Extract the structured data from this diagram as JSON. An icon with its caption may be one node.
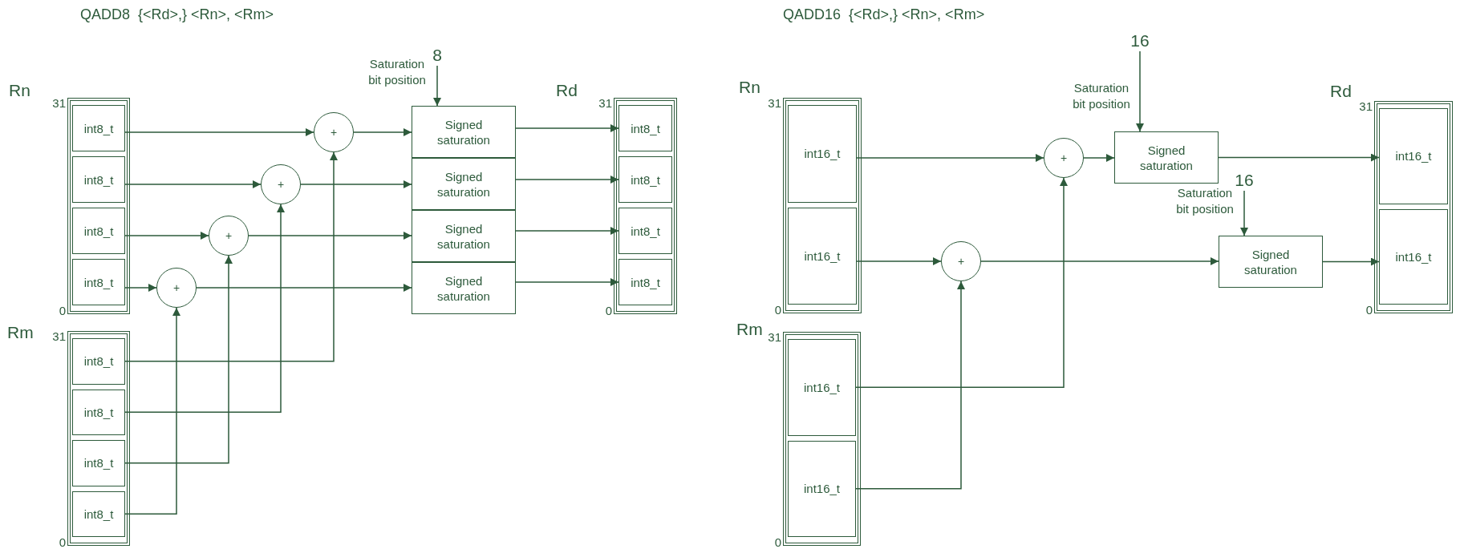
{
  "diagram": {
    "nodes": [
      {
        "text": [
          "Rn"
        ],
        "beside": [
          "31",
          "0"
        ]
      },
      {
        "text": [
          "int8_t"
        ],
        "in": 0
      },
      {
        "text": [
          "int8_t"
        ],
        "in": 0
      },
      {
        "text": [
          "int8_t"
        ],
        "in": 0
      },
      {
        "text": [
          "int8_t"
        ],
        "in": 0
      },
      {
        "text": [
          "Rm"
        ],
        "beside": [
          "31",
          "0"
        ]
      },
      {
        "text": [
          "int8_t"
        ],
        "in": 5
      },
      {
        "text": [
          "int8_t"
        ],
        "in": 5
      },
      {
        "text": [
          "int8_t"
        ],
        "in": 5
      },
      {
        "text": [
          "int8_t"
        ],
        "in": 5
      },
      {
        "text": [
          "+"
        ]
      },
      {
        "text": [
          "+"
        ]
      },
      {
        "text": [
          "+"
        ]
      },
      {
        "text": [
          "+"
        ]
      },
      {
        "text": [
          "Signed saturation"
        ]
      },
      {
        "text": [
          "Signed saturation"
        ]
      },
      {
        "text": [
          "Signed saturation"
        ]
      },
      {
        "text": [
          "Signed saturation"
        ]
      },
      {
        "text": [
          "Rd"
        ],
        "beside": [
          "31",
          "0"
        ]
      },
      {
        "text": [
          "int8_t"
        ],
        "in": 18
      },
      {
        "text": [
          "int8_t"
        ],
        "in": 18
      },
      {
        "text": [
          "int8_t"
        ],
        "in": 18
      },
      {
        "text": [
          "int8_t"
        ],
        "in": 18
      },
      {
        "text": [
          "8"
        ]
      },
      {
        "text": [
          "Rn"
        ],
        "beside": [
          "31",
          "0"
        ]
      },
      {
        "text": [
          "int16_t"
        ],
        "in": 24
      },
      {
        "text": [
          "int16_t"
        ],
        "in": 24
      },
      {
        "text": [
          "Rm"
        ],
        "beside": [
          "31",
          "0"
        ]
      },
      {
        "text": [
          "int16_t"
        ],
        "in": 27
      },
      {
        "text": [
          "int16_t"
        ],
        "in": 27
      },
      {
        "text": [
          "+"
        ]
      },
      {
        "text": [
          "+"
        ]
      },
      {
        "text": [
          "Signed saturation"
        ]
      },
      {
        "text": [
          "Signed saturation"
        ]
      },
      {
        "text": [
          "Rd"
        ],
        "beside": [
          "31",
          "0"
        ]
      },
      {
        "text": [
          "int16_t"
        ],
        "in": 34
      },
      {
        "text": [
          "int16_t"
        ],
        "in": 34
      },
      {
        "text": [
          "16"
        ]
      },
      {
        "text": [
          "16"
        ]
      }
    ],
    "edges": [
      {
        "from": 1,
        "to": 10,
        "arrow": "to"
      },
      {
        "from": 2,
        "to": 11,
        "arrow": "to"
      },
      {
        "from": 3,
        "to": 12,
        "arrow": "to"
      },
      {
        "from": 4,
        "to": 13,
        "arrow": "to"
      },
      {
        "from": 6,
        "to": 10,
        "arrow": "to"
      },
      {
        "from": 7,
        "to": 11,
        "arrow": "to"
      },
      {
        "from": 8,
        "to": 12,
        "arrow": "to"
      },
      {
        "from": 9,
        "to": 13,
        "arrow": "to"
      },
      {
        "from": 10,
        "to": 14,
        "arrow": "to"
      },
      {
        "from": 11,
        "to": 15,
        "arrow": "to"
      },
      {
        "from": 12,
        "to": 16,
        "arrow": "to"
      },
      {
        "from": 13,
        "to": 17,
        "arrow": "to"
      },
      {
        "from": 14,
        "to": 19,
        "arrow": "to"
      },
      {
        "from": 15,
        "to": 20,
        "arrow": "to"
      },
      {
        "from": 16,
        "to": 21,
        "arrow": "to"
      },
      {
        "from": 17,
        "to": 22,
        "arrow": "to"
      },
      {
        "from": 23,
        "to": 14,
        "arrow": "to"
      },
      {
        "from": 25,
        "to": 30,
        "arrow": "to"
      },
      {
        "from": 26,
        "to": 31,
        "arrow": "to"
      },
      {
        "from": 28,
        "to": 30,
        "arrow": "to"
      },
      {
        "from": 29,
        "to": 31,
        "arrow": "to"
      },
      {
        "from": 30,
        "to": 32,
        "arrow": "to"
      },
      {
        "from": 31,
        "to": 33,
        "arrow": "to"
      },
      {
        "from": 32,
        "to": 35,
        "arrow": "to"
      },
      {
        "from": 33,
        "to": 36,
        "arrow": "to"
      },
      {
        "from": 37,
        "to": 32,
        "arrow": "to"
      },
      {
        "from": 38,
        "to": 33,
        "arrow": "to"
      }
    ],
    "labels": [
      "QADD8  {<Rd>,} <Rn>, <Rm>",
      "QADD16  {<Rd>,} <Rn>, <Rm>",
      "Saturation bit position",
      "Saturation bit position",
      "Saturation bit position"
    ]
  }
}
